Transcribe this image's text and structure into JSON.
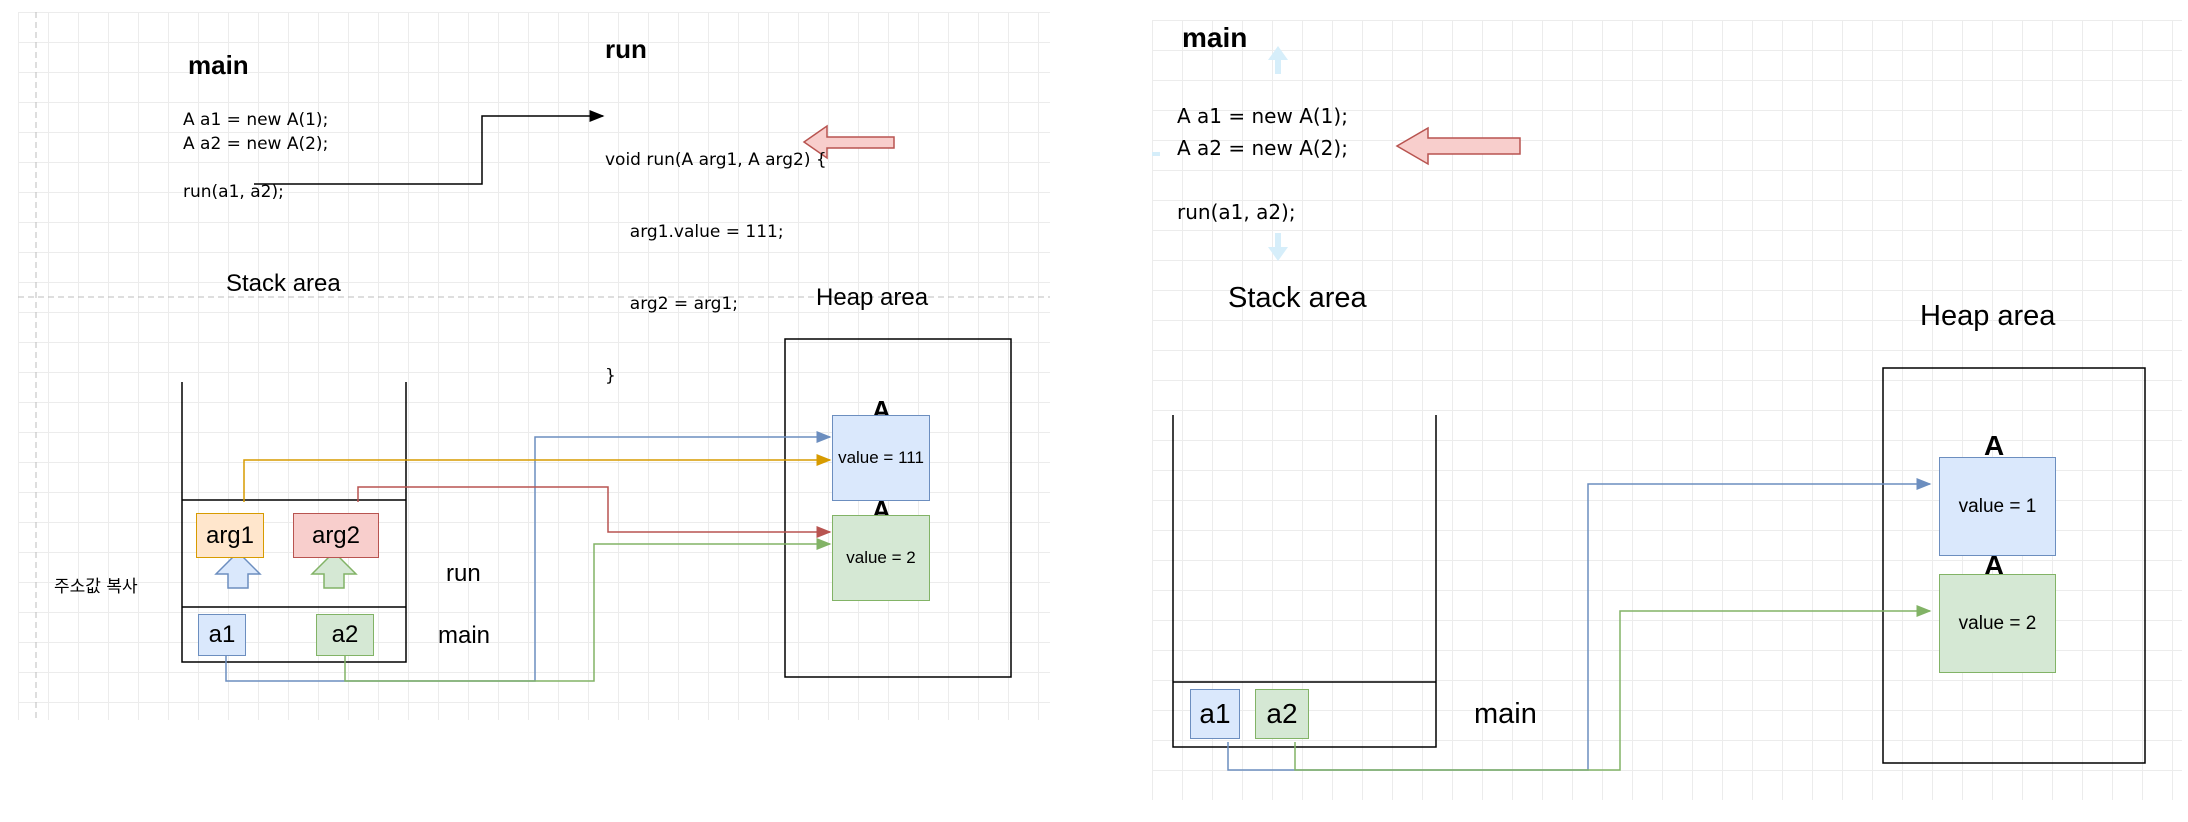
{
  "left": {
    "main_heading": "main",
    "run_heading": "run",
    "main_code": [
      "A a1 = new A(1);",
      "A a2 = new A(2);",
      "",
      "run(a1, a2);"
    ],
    "run_code": [
      "void run(A arg1, A arg2) {",
      "  arg1.value = 111;",
      "  arg2 = arg1;",
      "}"
    ],
    "stack_label": "Stack area",
    "heap_label": "Heap area",
    "arg1": "arg1",
    "arg2": "arg2",
    "a1": "a1",
    "a2": "a2",
    "run_frame": "run",
    "main_frame": "main",
    "copy_note": "주소값 복사",
    "obj1_class": "A",
    "obj1_value": "value = 111",
    "obj2_class": "A",
    "obj2_value": "value = 2"
  },
  "right": {
    "main_heading": "main",
    "main_code": [
      "A a1 = new A(1);",
      "A a2 = new A(2);",
      "",
      "run(a1, a2);"
    ],
    "stack_label": "Stack area",
    "heap_label": "Heap area",
    "a1": "a1",
    "a2": "a2",
    "main_frame": "main",
    "obj1_class": "A",
    "obj1_value": "value = 1",
    "obj2_class": "A",
    "obj2_value": "value = 2"
  },
  "colors": {
    "blue_line": "#6c8ebf",
    "green_line": "#82b366",
    "orange_line": "#d79b00",
    "red_line": "#b85450",
    "pointer_fill": "#f8cecc",
    "pointer_stroke": "#b85450"
  }
}
